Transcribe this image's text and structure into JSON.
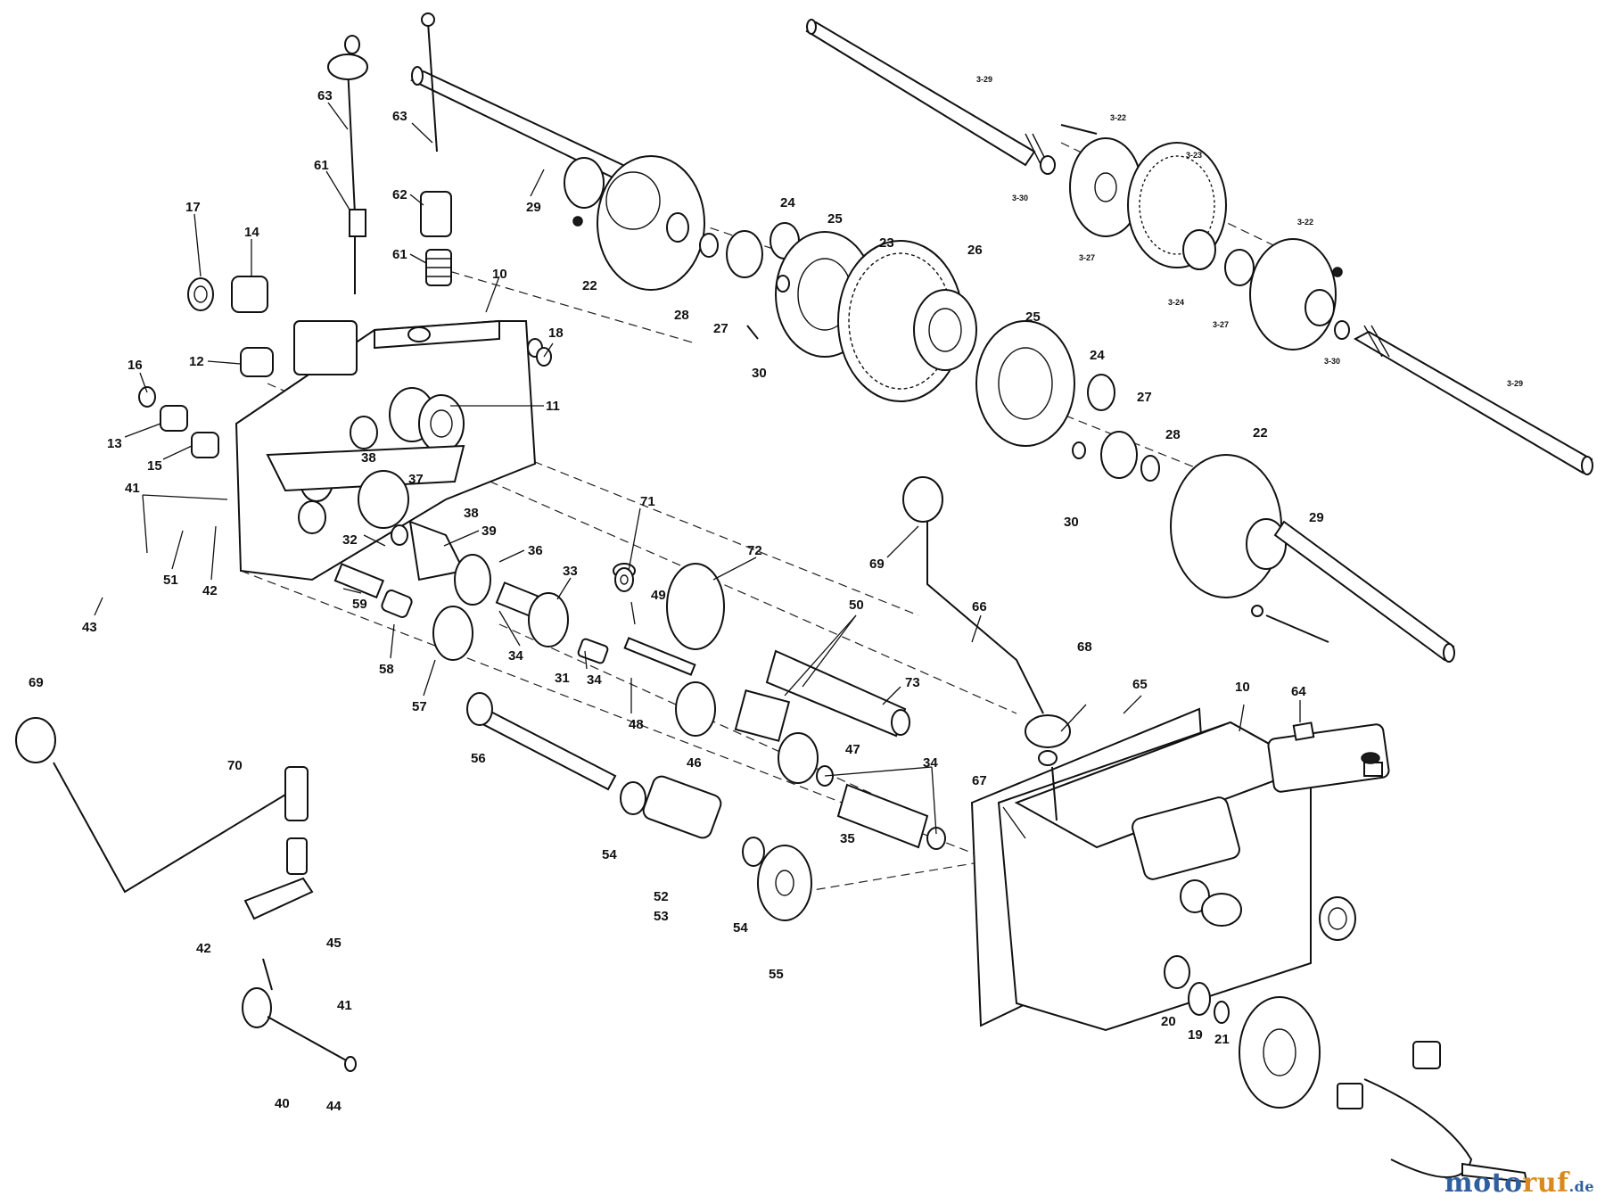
{
  "labels": [
    {
      "id": "63a",
      "text": "63"
    },
    {
      "id": "61a",
      "text": "61"
    },
    {
      "id": "63b",
      "text": "63"
    },
    {
      "id": "62",
      "text": "62"
    },
    {
      "id": "61b",
      "text": "61"
    },
    {
      "id": "29a",
      "text": "29"
    },
    {
      "id": "17",
      "text": "17"
    },
    {
      "id": "14",
      "text": "14"
    },
    {
      "id": "10a",
      "text": "10"
    },
    {
      "id": "18",
      "text": "18"
    },
    {
      "id": "16",
      "text": "16"
    },
    {
      "id": "12",
      "text": "12"
    },
    {
      "id": "11",
      "text": "11"
    },
    {
      "id": "13",
      "text": "13"
    },
    {
      "id": "15",
      "text": "15"
    },
    {
      "id": "22a",
      "text": "22"
    },
    {
      "id": "28a",
      "text": "28"
    },
    {
      "id": "24a",
      "text": "24"
    },
    {
      "id": "25a",
      "text": "25"
    },
    {
      "id": "27a",
      "text": "27"
    },
    {
      "id": "30a",
      "text": "30"
    },
    {
      "id": "23",
      "text": "23"
    },
    {
      "id": "26",
      "text": "26"
    },
    {
      "id": "25b",
      "text": "25"
    },
    {
      "id": "24b",
      "text": "24"
    },
    {
      "id": "27b",
      "text": "27"
    },
    {
      "id": "28b",
      "text": "28"
    },
    {
      "id": "22b",
      "text": "22"
    },
    {
      "id": "30b",
      "text": "30"
    },
    {
      "id": "29b",
      "text": "29"
    },
    {
      "id": "38a",
      "text": "38"
    },
    {
      "id": "37",
      "text": "37"
    },
    {
      "id": "38b",
      "text": "38"
    },
    {
      "id": "41a",
      "text": "41"
    },
    {
      "id": "32",
      "text": "32"
    },
    {
      "id": "39",
      "text": "39"
    },
    {
      "id": "36",
      "text": "36"
    },
    {
      "id": "71",
      "text": "71"
    },
    {
      "id": "72",
      "text": "72"
    },
    {
      "id": "33",
      "text": "33"
    },
    {
      "id": "49",
      "text": "49"
    },
    {
      "id": "51",
      "text": "51"
    },
    {
      "id": "42a",
      "text": "42"
    },
    {
      "id": "43",
      "text": "43"
    },
    {
      "id": "59",
      "text": "59"
    },
    {
      "id": "58",
      "text": "58"
    },
    {
      "id": "34a",
      "text": "34"
    },
    {
      "id": "31",
      "text": "31"
    },
    {
      "id": "34b",
      "text": "34"
    },
    {
      "id": "57",
      "text": "57"
    },
    {
      "id": "48",
      "text": "48"
    },
    {
      "id": "69a",
      "text": "69"
    },
    {
      "id": "66",
      "text": "66"
    },
    {
      "id": "50",
      "text": "50"
    },
    {
      "id": "73",
      "text": "73"
    },
    {
      "id": "68",
      "text": "68"
    },
    {
      "id": "65",
      "text": "65"
    },
    {
      "id": "10b",
      "text": "10"
    },
    {
      "id": "64",
      "text": "64"
    },
    {
      "id": "56",
      "text": "56"
    },
    {
      "id": "46",
      "text": "46"
    },
    {
      "id": "47",
      "text": "47"
    },
    {
      "id": "34c",
      "text": "34"
    },
    {
      "id": "69b",
      "text": "69"
    },
    {
      "id": "70",
      "text": "70"
    },
    {
      "id": "67",
      "text": "67"
    },
    {
      "id": "54a",
      "text": "54"
    },
    {
      "id": "35",
      "text": "35"
    },
    {
      "id": "52",
      "text": "52"
    },
    {
      "id": "53",
      "text": "53"
    },
    {
      "id": "54b",
      "text": "54"
    },
    {
      "id": "55",
      "text": "55"
    },
    {
      "id": "45",
      "text": "45"
    },
    {
      "id": "42b",
      "text": "42"
    },
    {
      "id": "41b",
      "text": "41"
    },
    {
      "id": "40",
      "text": "40"
    },
    {
      "id": "44",
      "text": "44"
    },
    {
      "id": "20",
      "text": "20"
    },
    {
      "id": "19",
      "text": "19"
    },
    {
      "id": "21",
      "text": "21"
    }
  ],
  "small_labels": [
    {
      "id": "s329a",
      "text": "3-29"
    },
    {
      "id": "s322a",
      "text": "3-22"
    },
    {
      "id": "s323",
      "text": "3-23"
    },
    {
      "id": "s330a",
      "text": "3-30"
    },
    {
      "id": "s327a",
      "text": "3-27"
    },
    {
      "id": "s322b",
      "text": "3-22"
    },
    {
      "id": "s324",
      "text": "3-24"
    },
    {
      "id": "s327b",
      "text": "3-27"
    },
    {
      "id": "s330b",
      "text": "3-30"
    },
    {
      "id": "s329b",
      "text": "3-29"
    }
  ],
  "watermark": {
    "part1": "moto",
    "part2": "ruf",
    "part3": ".de"
  }
}
